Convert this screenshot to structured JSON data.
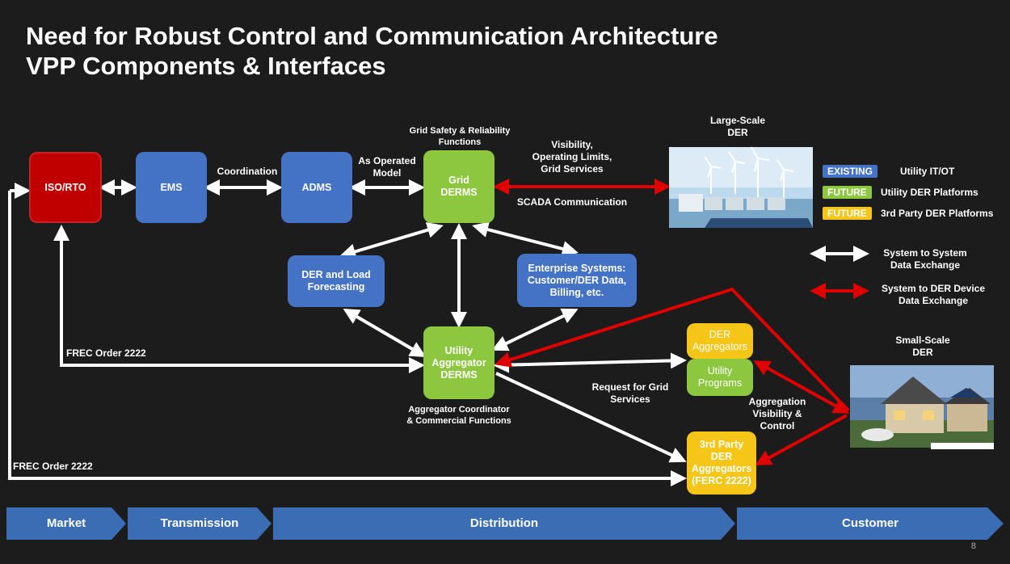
{
  "title_line1": "Need for Robust Control and Communication Architecture",
  "title_line2": "VPP Components & Interfaces",
  "nodes": {
    "iso": "ISO/RTO",
    "ems": "EMS",
    "adms": "ADMS",
    "grid_derms": "Grid\nDERMS",
    "forecasting": "DER and Load\nForecasting",
    "enterprise": "Enterprise Systems:\nCustomer/DER Data,\nBilling, etc.",
    "utility_agg": "Utility\nAggregator\nDERMS",
    "der_aggregators": "DER\nAggregators",
    "utility_programs": "Utility\nPrograms",
    "third_party": "3rd Party\nDER\nAggregators\n(FERC 2222)"
  },
  "labels": {
    "coordination": "Coordination",
    "as_operated": "As Operated\nModel",
    "grid_safety": "Grid Safety & Reliability\nFunctions",
    "visibility": "Visibility,\nOperating Limits,\nGrid Services",
    "scada": "SCADA Communication",
    "large_der": "Large-Scale\nDER",
    "small_der": "Small-Scale\nDER",
    "frec1": "FREC Order 2222",
    "frec2": "FREC Order 2222",
    "agg_coord": "Aggregator Coordinator\n& Commercial Functions",
    "request": "Request for Grid\nServices",
    "agg_vis": "Aggregation\nVisibility &\nControl"
  },
  "legend": {
    "existing_tag": "EXISTING",
    "existing_text": "Utility IT/OT",
    "future_tag": "FUTURE",
    "future_text": "Utility DER Platforms",
    "future2_tag": "FUTURE",
    "future2_text": "3rd Party DER Platforms",
    "sys_sys": "System to System\nData Exchange",
    "sys_der": "System to DER Device\nData Exchange"
  },
  "banner": {
    "market": "Market",
    "transmission": "Transmission",
    "distribution": "Distribution",
    "customer": "Customer"
  },
  "page_number": "8",
  "colors": {
    "blue": "#4472c4",
    "green": "#8dc63f",
    "red": "#c00000",
    "yellow": "#f5c518",
    "arrow_red": "#e00000",
    "banner": "#3b6db5"
  }
}
